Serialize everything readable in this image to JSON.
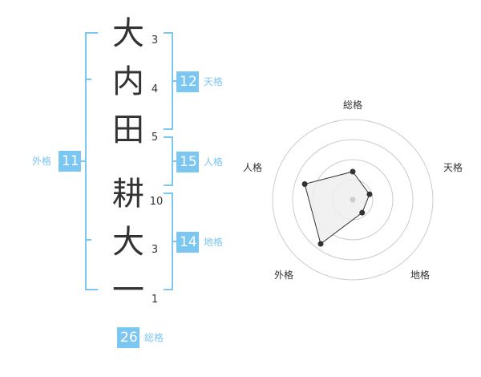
{
  "name": {
    "chars": [
      {
        "char": "大",
        "strokes": "3"
      },
      {
        "char": "内",
        "strokes": "4"
      },
      {
        "char": "田",
        "strokes": "5"
      },
      {
        "char": "耕",
        "strokes": "10"
      },
      {
        "char": "大",
        "strokes": "3"
      },
      {
        "char": "一",
        "strokes": "1"
      }
    ]
  },
  "kakusu": {
    "tenkaku": {
      "value": "12",
      "label": "天格"
    },
    "jinkaku": {
      "value": "15",
      "label": "人格"
    },
    "chikaku": {
      "value": "14",
      "label": "地格"
    },
    "gaikaku": {
      "value": "11",
      "label": "外格"
    },
    "soukaku": {
      "value": "26",
      "label": "総格"
    }
  },
  "colors": {
    "accent": "#7cc6f2",
    "text": "#333333",
    "grid": "#cccccc",
    "fill": "#eeeeee"
  },
  "chart_data": {
    "type": "radar",
    "axes": [
      "総格",
      "天格",
      "地格",
      "外格",
      "人格"
    ],
    "values": [
      0.35,
      0.22,
      0.2,
      0.68,
      0.63
    ],
    "rings": 4
  }
}
